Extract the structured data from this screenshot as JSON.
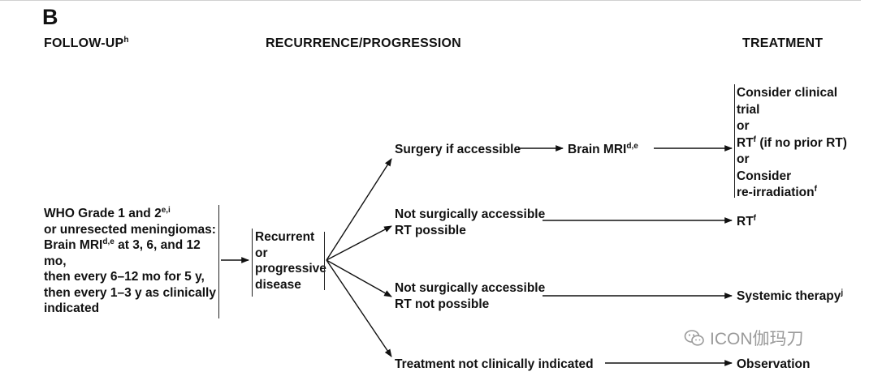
{
  "panel_label": "B",
  "headers": {
    "follow_up": "FOLLOW-UP",
    "follow_up_sup": "h",
    "recurrence": "RECURRENCE/PROGRESSION",
    "treatment": "TREATMENT"
  },
  "follow_up_text": {
    "l1": "WHO Grade 1 and 2",
    "l1_sup": "e,i",
    "l2": "or unresected meningiomas:",
    "l3a": "Brain MRI",
    "l3_sup": "d,e",
    "l3b": " at 3, 6, and 12",
    "l4": "mo,",
    "l5": "then every 6–12 mo for 5 y,",
    "l6": "then every 1–3 y as clinically",
    "l7": "indicated"
  },
  "recurrence_text": {
    "l1": "Recurrent",
    "l2": "or",
    "l3": "progressive",
    "l4": "disease"
  },
  "branches": {
    "surgery": "Surgery if accessible",
    "brain_mri": "Brain MRI",
    "brain_mri_sup": "d,e",
    "not_surg_rt_l1": "Not surgically accessible",
    "not_surg_rt_l2": "RT possible",
    "not_surg_nort_l1": "Not surgically accessible",
    "not_surg_nort_l2": "RT not possible",
    "not_indicated": "Treatment not clinically indicated"
  },
  "treatments": {
    "t1_l1": "Consider clinical",
    "t1_l2": "trial",
    "t1_l3": "or",
    "t1_l4a": "RT",
    "t1_l4_sup": "f",
    "t1_l4b": " (if no prior RT)",
    "t1_l5": "or",
    "t1_l6": "Consider",
    "t1_l7a": "re-irradiation",
    "t1_l7_sup": "f",
    "t2a": "RT",
    "t2_sup": "f",
    "t3a": "Systemic therapy",
    "t3_sup": "j",
    "t4": "Observation"
  },
  "watermark": {
    "text": "ICON伽玛刀",
    "icon": "wechat-icon"
  }
}
